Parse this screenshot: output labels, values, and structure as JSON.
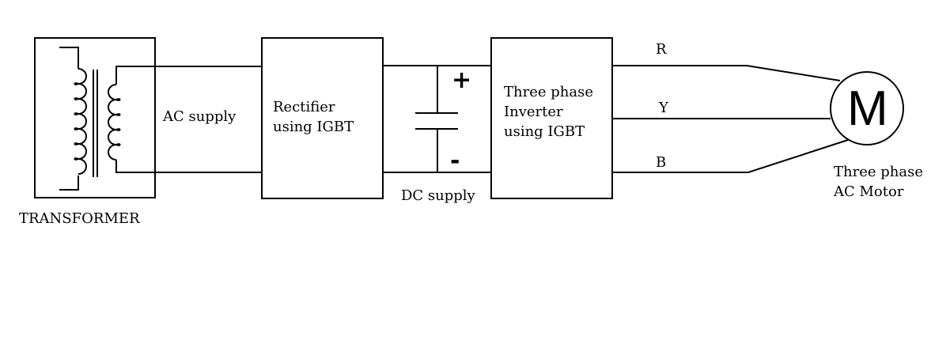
{
  "diagram": {
    "title": "Three phase AC motor drive block diagram",
    "blocks": {
      "transformer": {
        "label": "TRANSFORMER"
      },
      "ac_supply": {
        "label": "AC supply"
      },
      "rectifier": {
        "label_line1": "Rectifier",
        "label_line2": "using IGBT"
      },
      "dc_link": {
        "label": "DC supply",
        "positive": "+",
        "negative": "-"
      },
      "inverter": {
        "label_line1": "Three phase",
        "label_line2": "Inverter",
        "label_line3": "using IGBT"
      },
      "phases": {
        "r": "R",
        "y": "Y",
        "b": "B"
      },
      "motor": {
        "symbol": "M",
        "label_line1": "Three phase",
        "label_line2": "AC Motor"
      }
    },
    "colors": {
      "stroke": "#000000",
      "background": "#ffffff"
    }
  }
}
